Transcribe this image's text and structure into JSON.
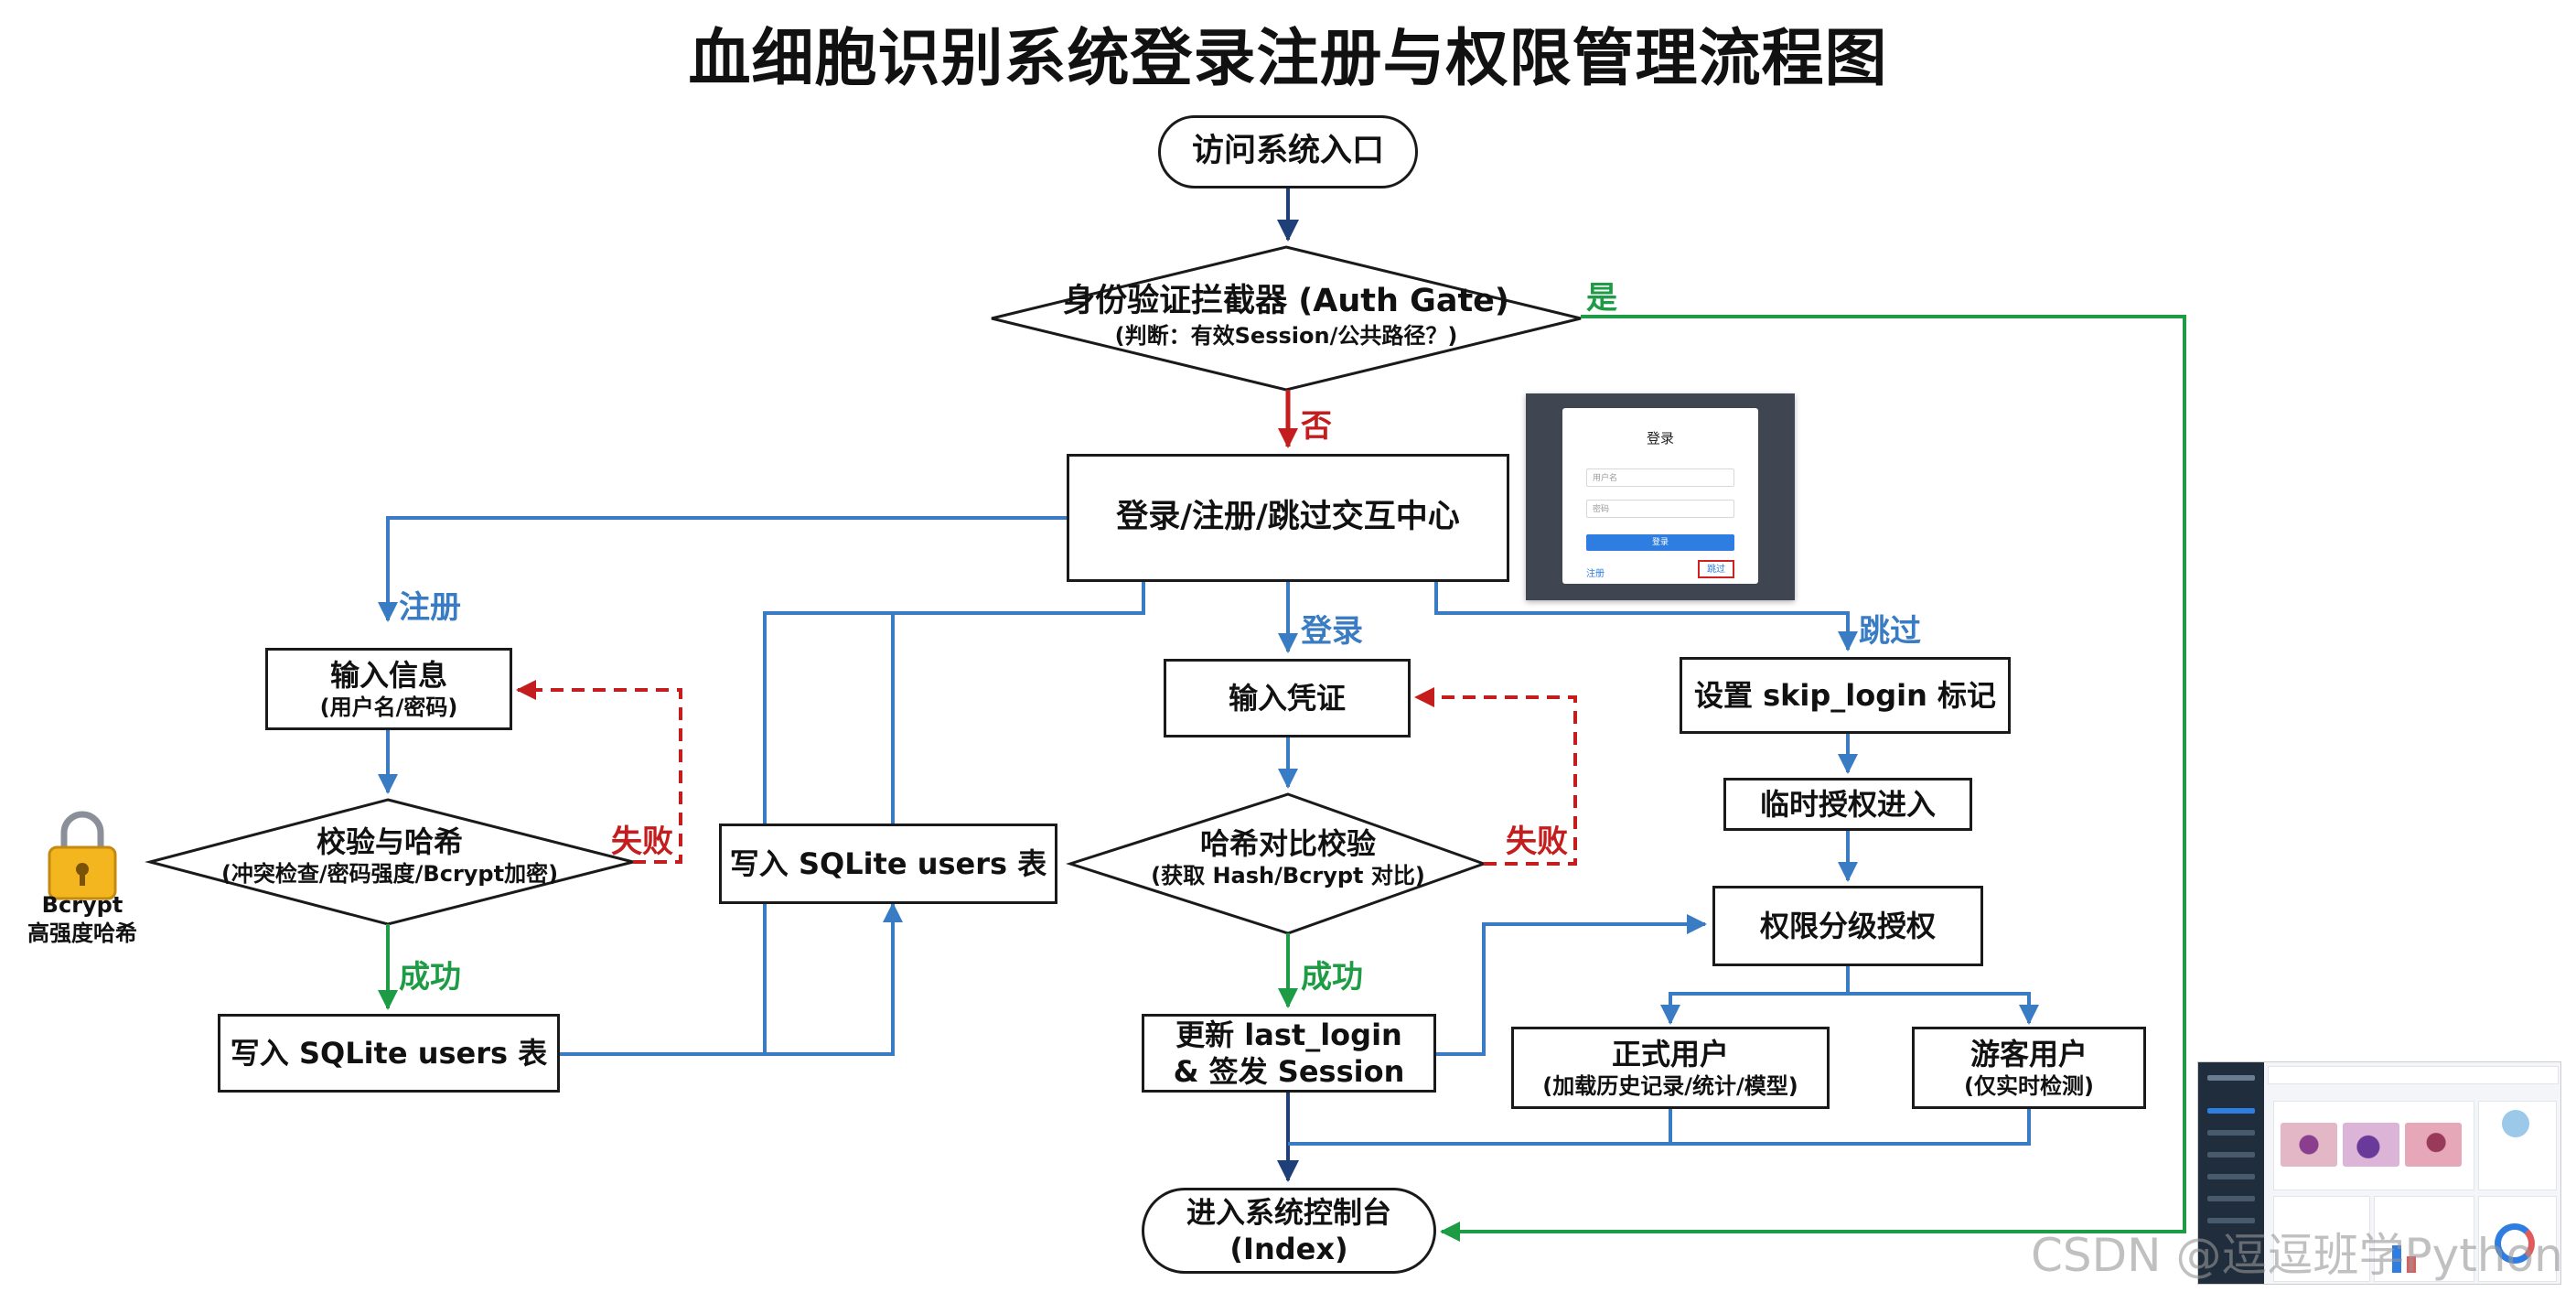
{
  "title": "血细胞识别系统登录注册与权限管理流程图",
  "nodes": {
    "entry": "访问系统入口",
    "auth_gate": {
      "title": "身份验证拦截器 (Auth Gate)",
      "sub": "(判断：有效Session/公共路径？)"
    },
    "hub": "登录/注册/跳过交互中心",
    "input_info": {
      "title": "输入信息",
      "sub": "(用户名/密码)"
    },
    "validate_hash": {
      "title": "校验与哈希",
      "sub": "(冲突检查/密码强度/Bcrypt加密)"
    },
    "write_users_left": "写入 SQLite users 表",
    "write_users_mid": "写入 SQLite users 表",
    "input_credential": "输入凭证",
    "hash_compare": {
      "title": "哈希对比校验",
      "sub": "(获取 Hash/Bcrypt 对比)"
    },
    "update_login": {
      "line1": "更新 last_login",
      "line2": "& 签发 Session"
    },
    "set_skip": "设置 skip_login 标记",
    "temp_auth": "临时授权进入",
    "perm_grade": "权限分级授权",
    "formal_user": {
      "title": "正式用户",
      "sub": "(加载历史记录/统计/模型)"
    },
    "guest_user": {
      "title": "游客用户",
      "sub": "(仅实时检测)"
    },
    "console": {
      "line1": "进入系统控制台",
      "line2": "(Index)"
    }
  },
  "edge_labels": {
    "yes": "是",
    "no": "否",
    "register": "注册",
    "login": "登录",
    "skip": "跳过",
    "fail_left": "失败",
    "fail_right": "失败",
    "success_left": "成功",
    "success_right": "成功"
  },
  "bcrypt_badge": {
    "line1": "Bcrypt",
    "line2": "高强度哈希"
  },
  "login_shot": {
    "title": "登录",
    "username_placeholder": "用户名",
    "password_placeholder": "密码",
    "login_button": "登录",
    "register_link": "注册",
    "skip_button": "跳过"
  },
  "watermark": "CSDN @逗逗班学Python",
  "colors": {
    "blue": "#3a7cc3",
    "navy": "#1f3f78",
    "green": "#1e9b45",
    "red": "#c51d1d",
    "border": "#1a1a1a"
  }
}
